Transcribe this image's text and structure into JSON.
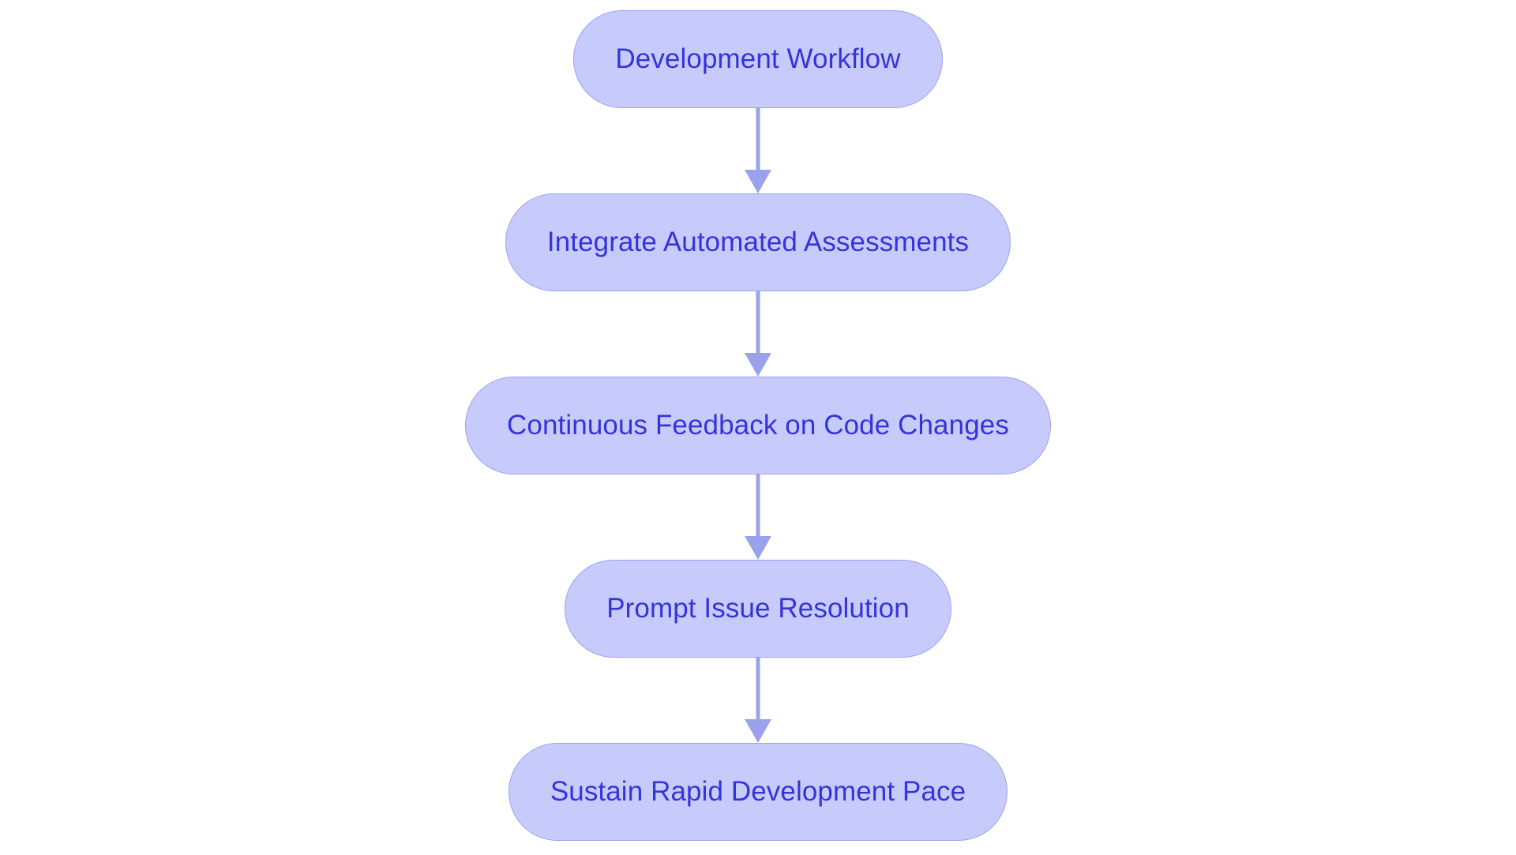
{
  "diagram": {
    "type": "flowchart",
    "orientation": "top-to-bottom",
    "title": "",
    "theme": {
      "background": "#ffffff",
      "node_fill": "#c7cbfb",
      "node_border": "#9aa2ee",
      "node_text": "#3434da",
      "connector": "#9aa2ee"
    },
    "nodes": [
      {
        "id": "n1",
        "label": "Development Workflow",
        "shape": "stadium"
      },
      {
        "id": "n2",
        "label": "Integrate Automated Assessments",
        "shape": "stadium"
      },
      {
        "id": "n3",
        "label": "Continuous Feedback on Code Changes",
        "shape": "stadium"
      },
      {
        "id": "n4",
        "label": "Prompt Issue Resolution",
        "shape": "stadium"
      },
      {
        "id": "n5",
        "label": "Sustain Rapid Development Pace",
        "shape": "stadium"
      }
    ],
    "edges": [
      {
        "from": "n1",
        "to": "n2",
        "label": "",
        "arrow": "down-arrow"
      },
      {
        "from": "n2",
        "to": "n3",
        "label": "",
        "arrow": "down-arrow"
      },
      {
        "from": "n3",
        "to": "n4",
        "label": "",
        "arrow": "down-arrow"
      },
      {
        "from": "n4",
        "to": "n5",
        "label": "",
        "arrow": "down-arrow"
      }
    ]
  }
}
